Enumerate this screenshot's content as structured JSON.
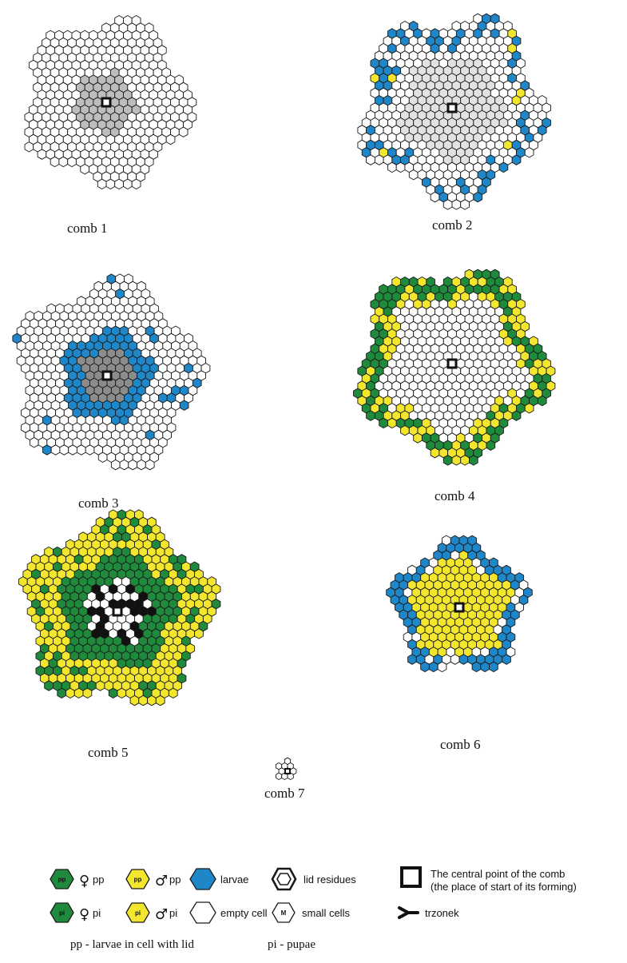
{
  "colors": {
    "empty": "#ffffff",
    "grey": "#bdbdbd",
    "dark_grey": "#8c8c8c",
    "light_grey": "#e2e2e2",
    "larvae": "#1f86c8",
    "yellow": "#f2e62e",
    "green": "#1f8a3c",
    "stroke": "#1a1a1a"
  },
  "combs": [
    {
      "id": "comb1",
      "label": "comb 1"
    },
    {
      "id": "comb2",
      "label": "comb 2"
    },
    {
      "id": "comb3",
      "label": "comb 3"
    },
    {
      "id": "comb4",
      "label": "comb 4"
    },
    {
      "id": "comb5",
      "label": "comb 5"
    },
    {
      "id": "comb6",
      "label": "comb 6"
    },
    {
      "id": "comb7",
      "label": "comb 7"
    }
  ],
  "legend": {
    "female_symbol": "♀",
    "male_symbol": "♂",
    "pp_inner": "pp",
    "pi_inner": "pi",
    "m_inner": "M",
    "female_pp": "pp",
    "male_pp": "pp",
    "female_pi": "pi",
    "male_pi": "pi",
    "larvae": "larvae",
    "lid_residues": "lid residues",
    "empty_cell": "empty cell",
    "small_cells": "small cells",
    "central_point_line1": "The central point of the comb",
    "central_point_line2": "(the place of start of its forming)",
    "trzonek": "trzonek",
    "footnote_pp": "pp - larvae in cell with lid",
    "footnote_pi": "pi - pupae"
  }
}
